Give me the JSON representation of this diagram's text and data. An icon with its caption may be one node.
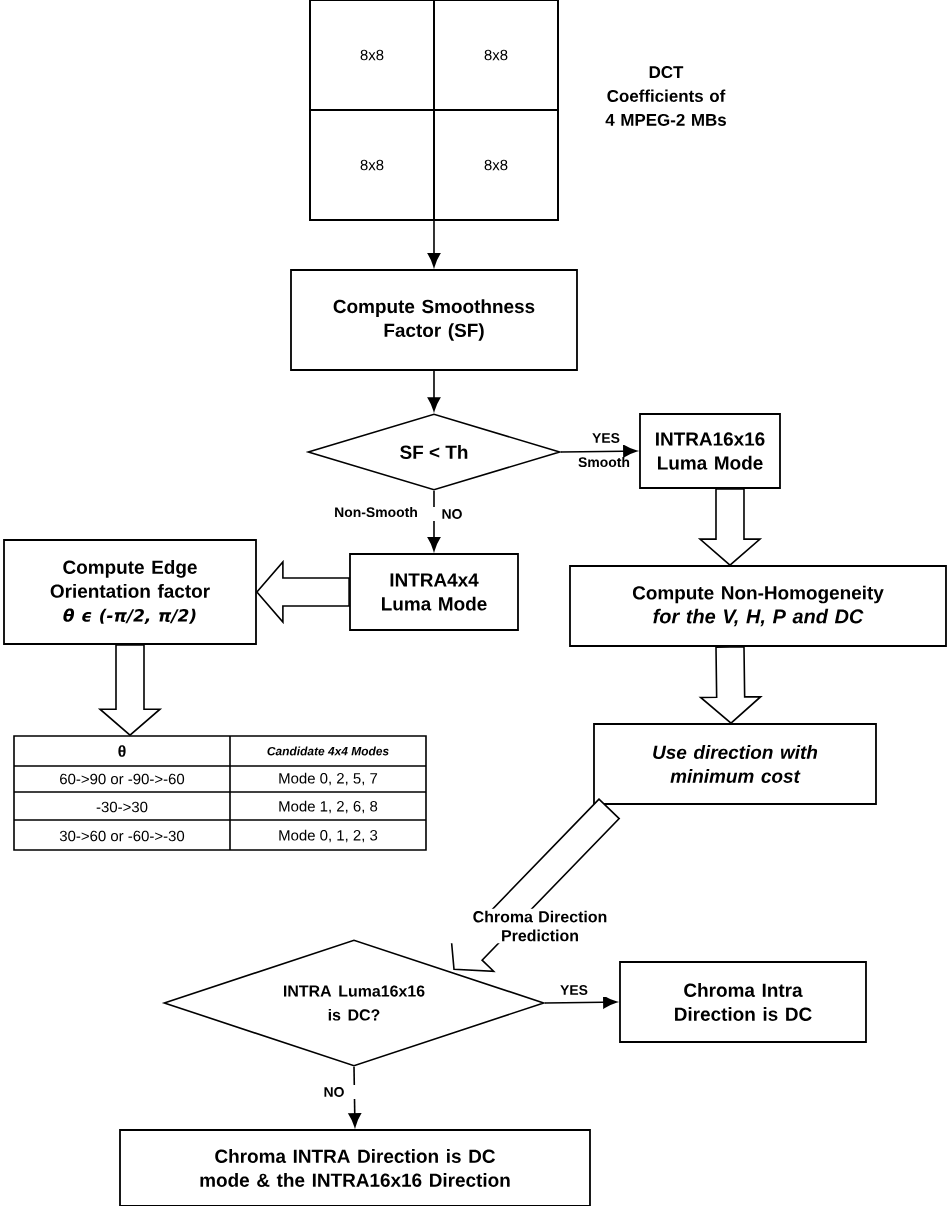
{
  "diagram": {
    "nodes": [
      {
        "text": [],
        "shape": "box",
        "beside": [
          "DCT Coefficients of 4 MPEG-2 MBs"
        ]
      },
      {
        "text": [
          "8x8"
        ],
        "in": 0
      },
      {
        "text": [
          "8x8"
        ],
        "in": 0
      },
      {
        "text": [
          "8x8"
        ],
        "in": 0
      },
      {
        "text": [
          "8x8"
        ],
        "in": 0
      },
      {
        "text": [
          "Compute Smoothness Factor (SF)"
        ]
      },
      {
        "text": [
          "SF < Th"
        ]
      },
      {
        "text": [
          "INTRA16x16 Luma Mode"
        ]
      },
      {
        "text": [
          "INTRA4x4 Luma Mode"
        ]
      },
      {
        "text": [
          "Compute Edge Orientation factor",
          "θ ϵ (-π/2, π/2)"
        ]
      },
      {
        "text": [
          "Compute Non-Homogeneity",
          "for the V, H, P and DC"
        ]
      },
      {
        "text": [
          "Use direction with minimum cost"
        ]
      },
      {
        "text": [],
        "shape": "box"
      },
      {
        "text": [
          "INTRA Luma16x16 is DC?"
        ]
      },
      {
        "text": [
          "Chroma Intra Direction is DC"
        ]
      },
      {
        "text": [
          "Chroma INTRA Direction is DC mode & the INTRA16x16 Direction"
        ]
      }
    ],
    "edges": [
      {
        "from": 0,
        "to": 5,
        "arrow": "to"
      },
      {
        "from": 5,
        "to": 6,
        "arrow": "to"
      },
      {
        "from": 6,
        "to": 7,
        "arrow": "to",
        "label": "YES"
      },
      {
        "from": 6,
        "to": 8,
        "arrow": "to",
        "label": "NO"
      },
      {
        "from": 7,
        "to": 10,
        "arrow": "to",
        "style": "thick"
      },
      {
        "from": 8,
        "to": 9,
        "arrow": "to",
        "style": "thick"
      },
      {
        "from": 9,
        "to": 12,
        "arrow": "to",
        "style": "thick"
      },
      {
        "from": 10,
        "to": 11,
        "arrow": "to",
        "style": "thick"
      },
      {
        "from": 11,
        "to": 13,
        "arrow": "to",
        "style": "thick",
        "label": "Chroma Direction Prediction"
      },
      {
        "from": 13,
        "to": 14,
        "arrow": "to",
        "label": "YES"
      },
      {
        "from": 13,
        "to": 15,
        "arrow": "to",
        "label": "NO"
      }
    ],
    "labels": [
      "Smooth",
      "Non-Smooth",
      "θ",
      "Candidate 4x4 Modes",
      "60->90 or -90->-60",
      "Mode 0, 2, 5, 7",
      "-30->30",
      "Mode 1, 2, 6, 8",
      "30->60 or -60->-30",
      "Mode 0, 1, 2, 3"
    ]
  }
}
